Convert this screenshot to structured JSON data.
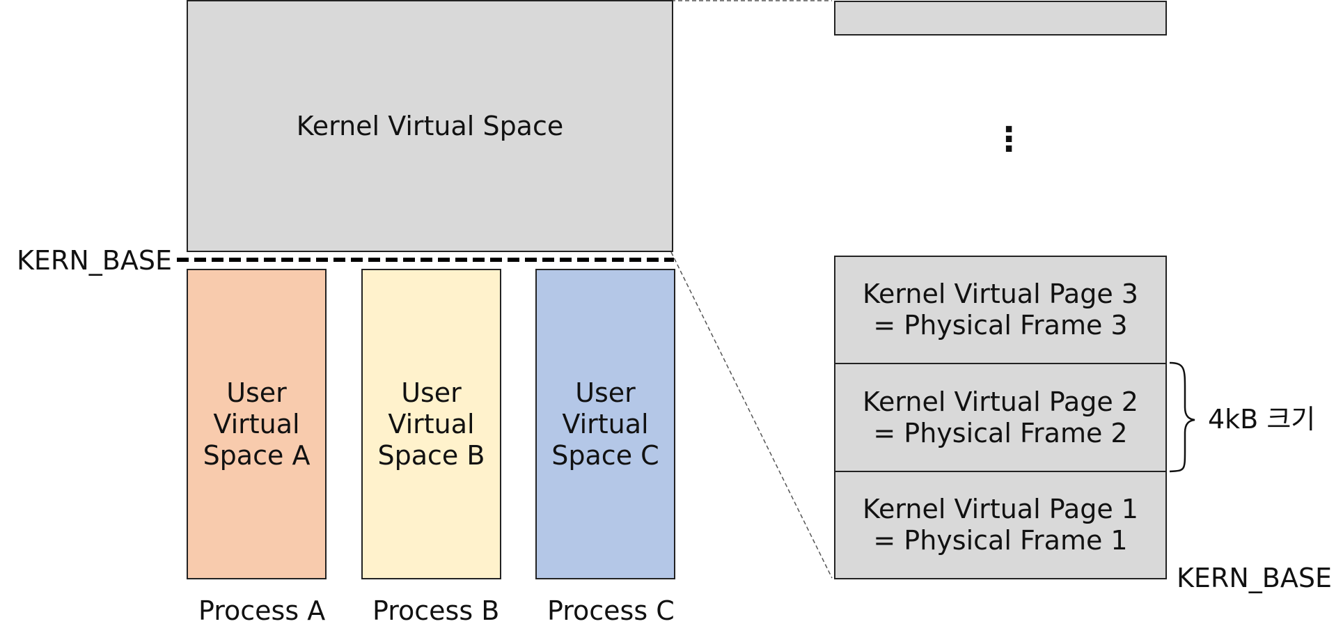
{
  "kernel_space": {
    "label": "Kernel Virtual Space"
  },
  "kern_base_left": "KERN_BASE",
  "kern_base_right": "KERN_BASE",
  "user_spaces": [
    {
      "lines": [
        "User",
        "Virtual",
        "Space A"
      ],
      "process": "Process A",
      "color": "#f8cbad"
    },
    {
      "lines": [
        "User",
        "Virtual",
        "Space B"
      ],
      "process": "Process B",
      "color": "#fff2cc"
    },
    {
      "lines": [
        "User",
        "Virtual",
        "Space C"
      ],
      "process": "Process C",
      "color": "#b4c7e7"
    }
  ],
  "pages": [
    {
      "line1": "Kernel Virtual Page 3",
      "line2": "= Physical Frame 3"
    },
    {
      "line1": "Kernel Virtual Page 2",
      "line2": "= Physical Frame 2"
    },
    {
      "line1": "Kernel Virtual Page 1",
      "line2": "= Physical Frame 1"
    }
  ],
  "page_size_label": "4kB 크기",
  "ellipsis": "⋮",
  "colors": {
    "kernel": "#d9d9d9",
    "border": "#222222"
  }
}
